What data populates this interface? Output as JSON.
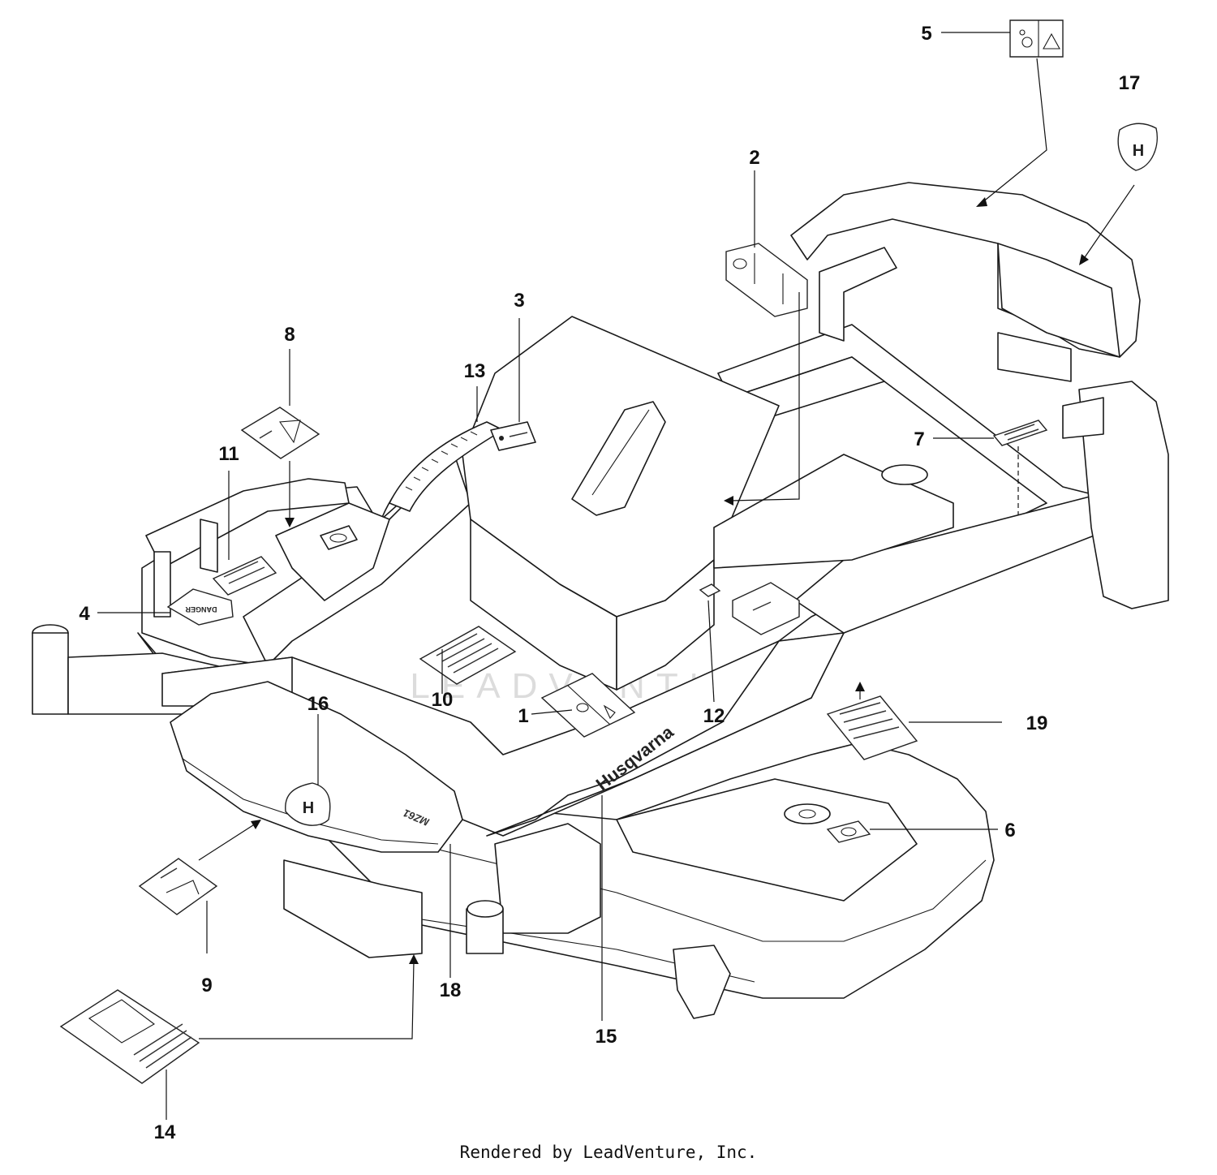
{
  "diagram": {
    "callouts": [
      "1",
      "2",
      "3",
      "4",
      "5",
      "6",
      "7",
      "8",
      "9",
      "10",
      "11",
      "12",
      "13",
      "14",
      "15",
      "16",
      "17",
      "18",
      "19"
    ],
    "brand_text": "Husqvarna",
    "model_text": "MZ61",
    "warning_label_text": "DANGER",
    "watermark_text": "LEADVENTURE",
    "footer": "Rendered by LeadVenture, Inc."
  },
  "colors": {
    "line": "#1a1a1a",
    "background": "#ffffff",
    "watermark": "#d9d9d9"
  }
}
